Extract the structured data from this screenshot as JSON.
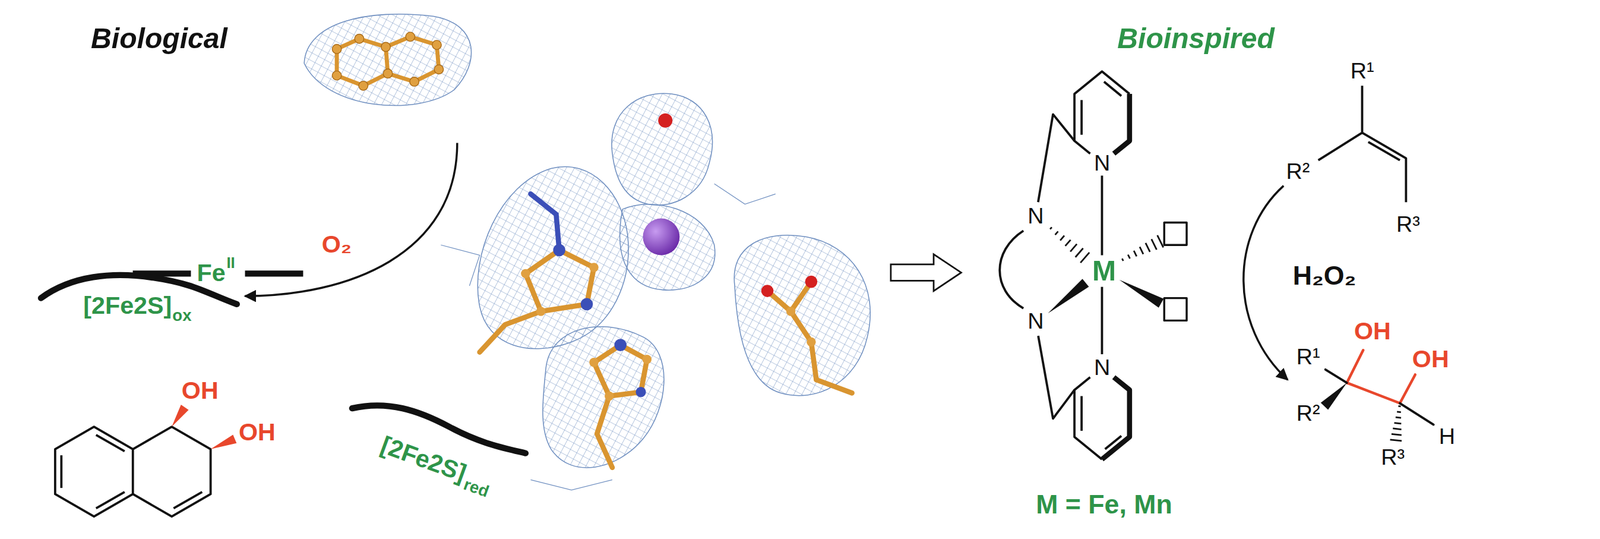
{
  "diagram": {
    "labels": [
      "Biological",
      "Bioinspired",
      "O₂",
      "Fe",
      "II",
      "[2Fe2S]",
      "ox",
      "OH",
      "OH",
      "[2Fe2S]",
      "red",
      "N",
      "N",
      "M",
      "N",
      "N",
      "M = Fe, Mn",
      "R¹",
      "R²",
      "R³",
      "H₂O₂",
      "OH",
      "R¹",
      "OH",
      "R²",
      "R³",
      "H"
    ]
  }
}
